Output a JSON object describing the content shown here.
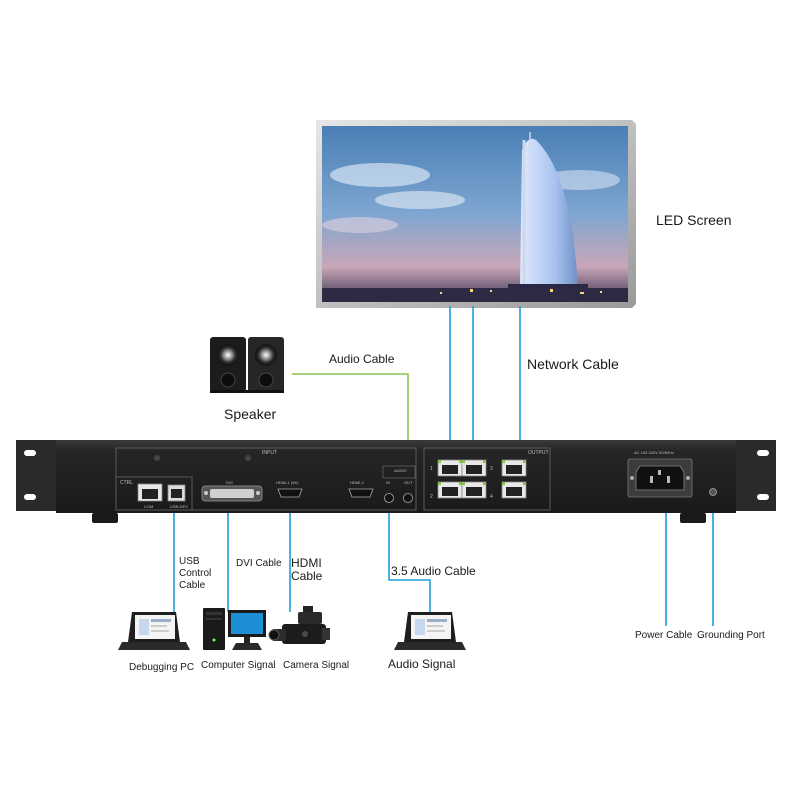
{
  "labels": {
    "led_screen": "LED Screen",
    "network_cable": "Network Cable",
    "audio_cable": "Audio Cable",
    "speaker": "Speaker",
    "usb_control_cable": "USB Control Cable",
    "dvi_cable": "DVI Cable",
    "hdmi_cable": "HDMI Cable",
    "audio_35_cable": "3.5 Audio Cable",
    "debugging_pc": "Debugging PC",
    "computer_signal": "Computer Signal",
    "camera_signal": "Camera Signal",
    "audio_signal": "Audio Signal",
    "power_cable": "Power Cable",
    "grounding_port": "Grounding Port"
  },
  "panel": {
    "input_label": "INPUT",
    "output_label": "OUTPUT",
    "ctrl_label": "CTRL",
    "com_label": "COM",
    "usb_label": "USB-DEV",
    "dvi_label": "DVI",
    "hdmi1_label": "HDMI-1 (4K)",
    "hdmi2_label": "HDMI-2",
    "audio_label": "AUDIO",
    "audio_in_label": "IN",
    "audio_out_label": "OUT",
    "power_spec": "AC 100-240V 50/60Hz",
    "port_numbers": [
      "1",
      "2",
      "3",
      "4"
    ]
  },
  "colors": {
    "cable_blue": "#1e9fd8",
    "cable_green": "#8bc34a",
    "chassis": "#2b2b2b",
    "chassis_face": "#1e1e1e"
  }
}
